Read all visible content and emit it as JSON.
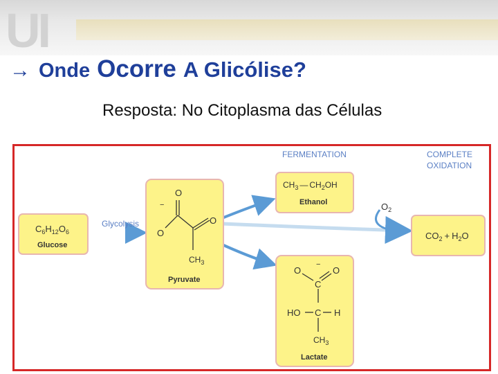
{
  "title": {
    "arrow": "→",
    "word1": "Onde",
    "word2": "Ocorre",
    "word3": "A Glicólise?"
  },
  "answer": "Resposta: No Citoplasma das Células",
  "diagram": {
    "fermentation_label": "FERMENTATION",
    "complete_oxidation_line1": "COMPLETE",
    "complete_oxidation_line2": "OXIDATION",
    "glucose": {
      "formula_C": "C",
      "formula_6a": "6",
      "formula_H": "H",
      "formula_12": "12",
      "formula_O": "O",
      "formula_6b": "6",
      "name": "Glucose"
    },
    "glycolysis_label": "Glycolysis",
    "pyruvate": {
      "O_top": "O",
      "O_left": "O",
      "O_right": "O",
      "minus": "−",
      "ch3": "CH",
      "ch3_sub": "3",
      "name": "Pyruvate"
    },
    "ethanol": {
      "ch3": "CH",
      "ch3_sub": "3",
      "dash": "—",
      "ch2oh": "CH",
      "ch2oh_sub": "2",
      "oh": "OH",
      "name": "Ethanol"
    },
    "o2": {
      "O": "O",
      "sub": "2"
    },
    "products": {
      "co2": "CO",
      "co2_sub": "2",
      "plus": "+",
      "h2o": "H",
      "h2o_sub": "2",
      "o": "O"
    },
    "lactate": {
      "O_left": "O",
      "O_right": "O",
      "minus": "−",
      "C1": "C",
      "HO": "HO",
      "C2": "C",
      "H": "H",
      "ch3": "CH",
      "ch3_sub": "3",
      "name": "Lactate"
    }
  },
  "colors": {
    "title": "#1f3f9a",
    "frame_border": "#d62828",
    "box_fill": "#fdf389",
    "box_border": "#e8b6b0",
    "arrow_blue": "#5b9bd5",
    "label_blue": "#5a7fc4"
  }
}
